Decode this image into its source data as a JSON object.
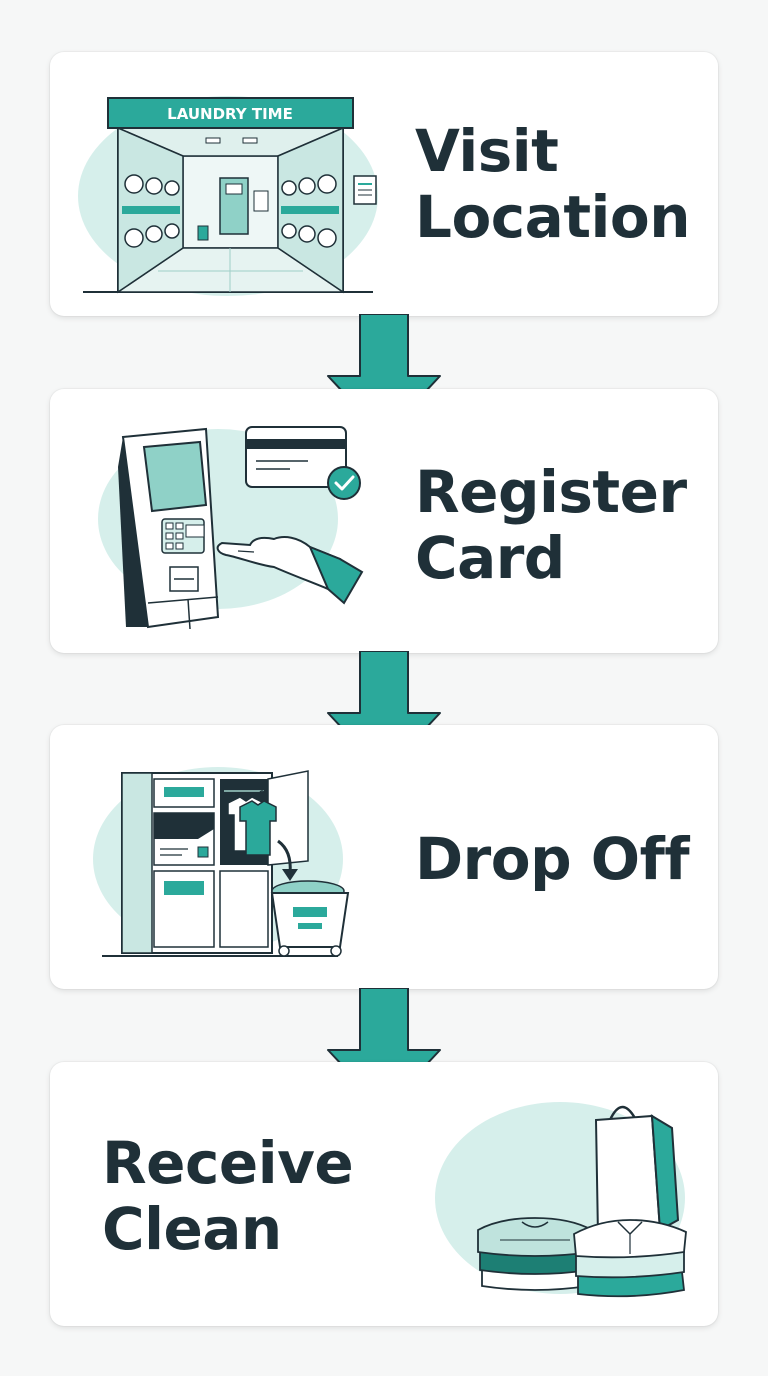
{
  "colors": {
    "accent": "#2ba99b",
    "accent_dark": "#1d7f74",
    "accent_light": "#d6efeb",
    "ink": "#1f3038",
    "card_bg": "#ffffff",
    "page_bg": "#f6f7f7"
  },
  "steps": [
    {
      "title": "Visit\nLocation",
      "icon": "laundromat-icon",
      "sign": "LAUNDRY TIME"
    },
    {
      "title": "Register\nCard",
      "icon": "kiosk-card-icon"
    },
    {
      "title": "Drop Off",
      "icon": "locker-basket-icon"
    },
    {
      "title": "Receive\nClean",
      "icon": "folded-clothes-icon"
    }
  ]
}
